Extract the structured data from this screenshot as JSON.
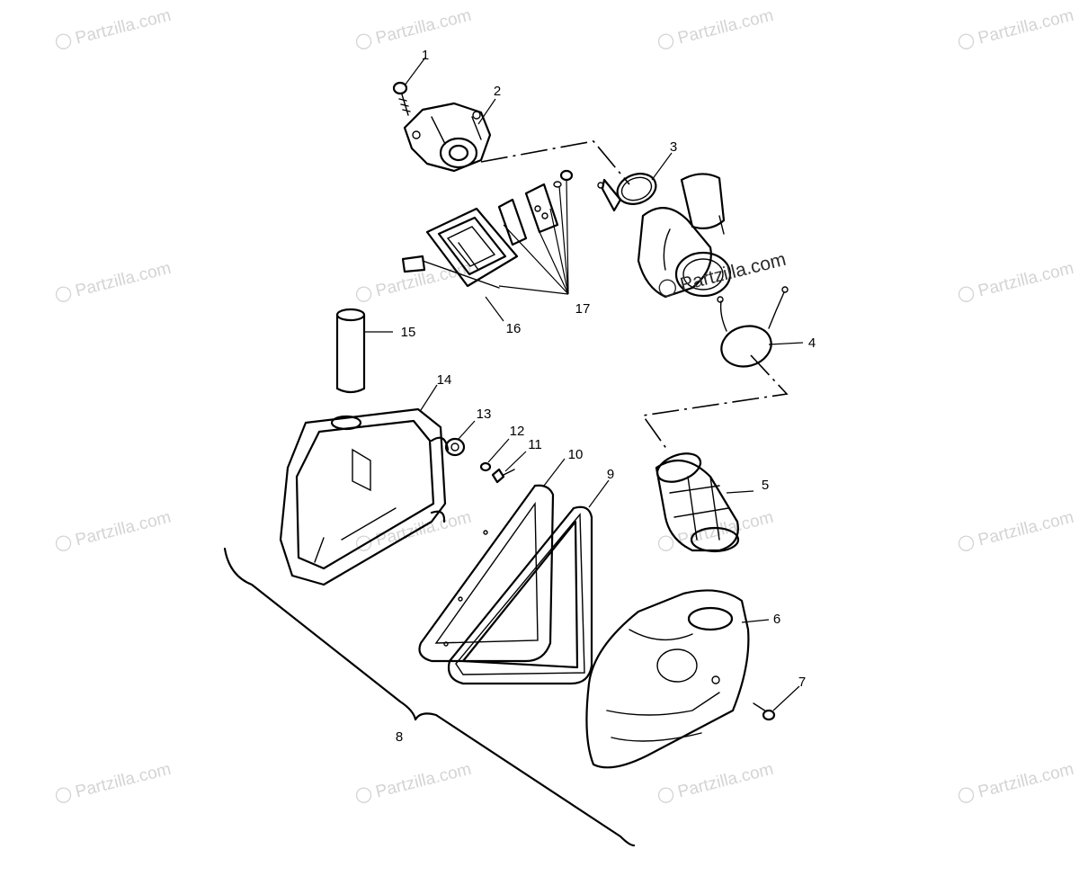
{
  "watermark": {
    "symbol": "©",
    "text": "Partzilla.com"
  },
  "callouts": {
    "c1": "1",
    "c2": "2",
    "c3": "3",
    "c4": "4",
    "c5": "5",
    "c6": "6",
    "c7": "7",
    "c8": "8",
    "c9": "9",
    "c10": "10",
    "c11": "11",
    "c12": "12",
    "c13": "13",
    "c14": "14",
    "c15": "15",
    "c16": "16",
    "c17": "17"
  }
}
